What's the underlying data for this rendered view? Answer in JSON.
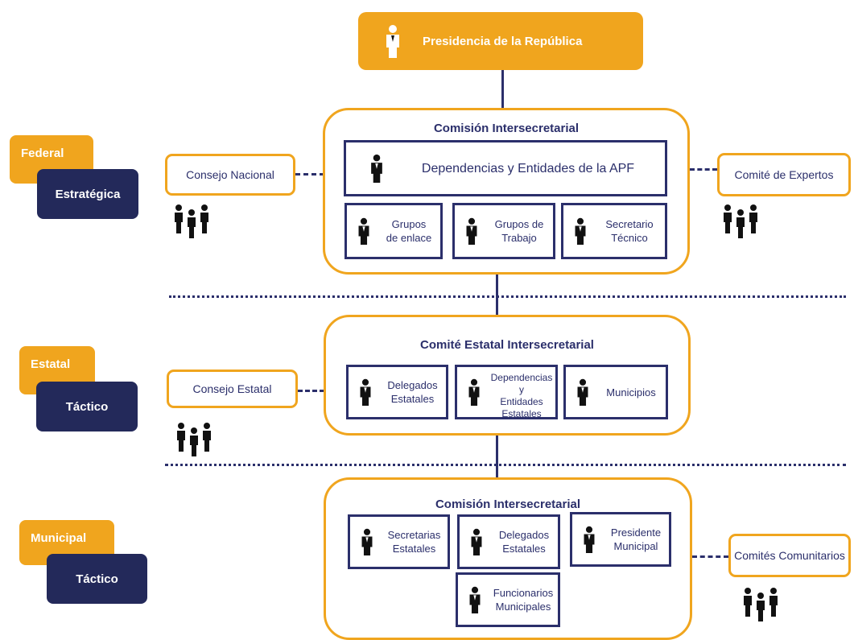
{
  "top": {
    "label": "Presidencia de la República"
  },
  "levels": [
    {
      "top": "Federal",
      "bottom": "Estratégica"
    },
    {
      "top": "Estatal",
      "bottom": "Táctico"
    },
    {
      "top": "Municipal",
      "bottom": "Táctico"
    }
  ],
  "councils": {
    "nacional": "Consejo Nacional",
    "expertos": "Comité de Expertos",
    "estatal": "Consejo Estatal",
    "comunitarios": "Comités Comunitarios"
  },
  "federal": {
    "title": "Comisión Intersecretarial",
    "main_unit": "Dependencias y Entidades de la APF",
    "units": [
      {
        "l1": "Grupos",
        "l2": "de enlace"
      },
      {
        "l1": "Grupos de",
        "l2": "Trabajo"
      },
      {
        "l1": "Secretario",
        "l2": "Técnico"
      }
    ]
  },
  "estatal": {
    "title": "Comité Estatal Intersecretarial",
    "units": [
      {
        "l1": "Delegados",
        "l2": "Estatales",
        "l3": ""
      },
      {
        "l1": "Dependencias y",
        "l2": "Entidades",
        "l3": "Estatales"
      },
      {
        "l1": "Municipios",
        "l2": "",
        "l3": ""
      }
    ]
  },
  "municipal": {
    "title": "Comisión Intersecretarial",
    "units": [
      {
        "l1": "Secretarias",
        "l2": "Estatales"
      },
      {
        "l1": "Delegados",
        "l2": "Estatales"
      },
      {
        "l1": "Presidente",
        "l2": "Municipal"
      },
      {
        "l1": "Funcionarios",
        "l2": "Municipales"
      }
    ]
  },
  "colors": {
    "orange": "#f0a51e",
    "navy": "#23295a",
    "text": "#2b2f6b"
  },
  "icons": [
    "person-icon",
    "group-icon"
  ]
}
